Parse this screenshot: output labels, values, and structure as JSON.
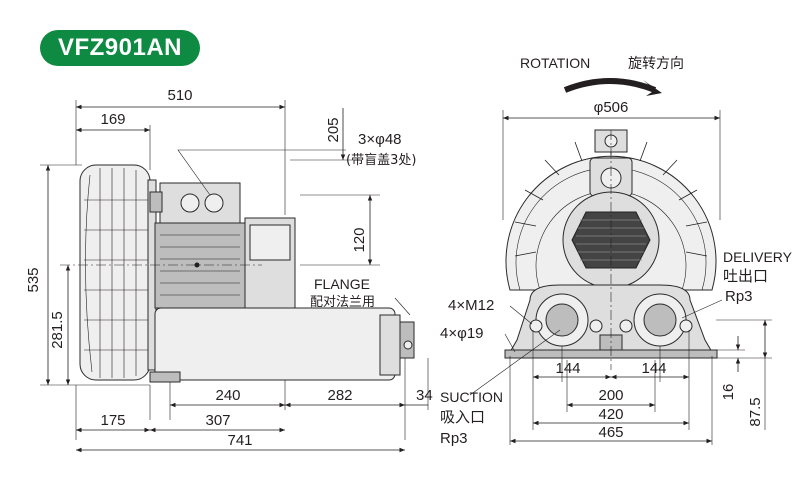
{
  "model": "VFZ901AN",
  "rotation": {
    "label": "ROTATION",
    "label_cn": "旋转方向"
  },
  "side_view": {
    "overall_width": "510",
    "fan_depth": "169",
    "port_height": "205",
    "holes": "3×φ48",
    "holes_note": "(带盲盖3处)",
    "motor_height": "120",
    "total_height": "535",
    "axis_height": "281.5",
    "flange": "FLANGE",
    "flange_cn": "配对法兰用",
    "base_mount": "240",
    "base_right": "282",
    "flange_offset": "34",
    "left_offset": "175",
    "base_span": "307",
    "overall_length": "741"
  },
  "front_view": {
    "diameter": "φ506",
    "delivery": "DELIVERY",
    "delivery_cn": "吐出口",
    "delivery_port": "Rp3",
    "bolts": "4×M12",
    "feet_holes": "4×φ19",
    "suction": "SUCTION",
    "suction_cn": "吸入口",
    "suction_port": "Rp3",
    "port_pitch_left": "144",
    "port_pitch_right": "144",
    "foot_inner": "200",
    "foot_outer": "420",
    "base_width": "465",
    "base_thickness": "16",
    "port_height": "87.5"
  },
  "colors": {
    "badge": "#0e8a43",
    "ink": "#231f20"
  }
}
